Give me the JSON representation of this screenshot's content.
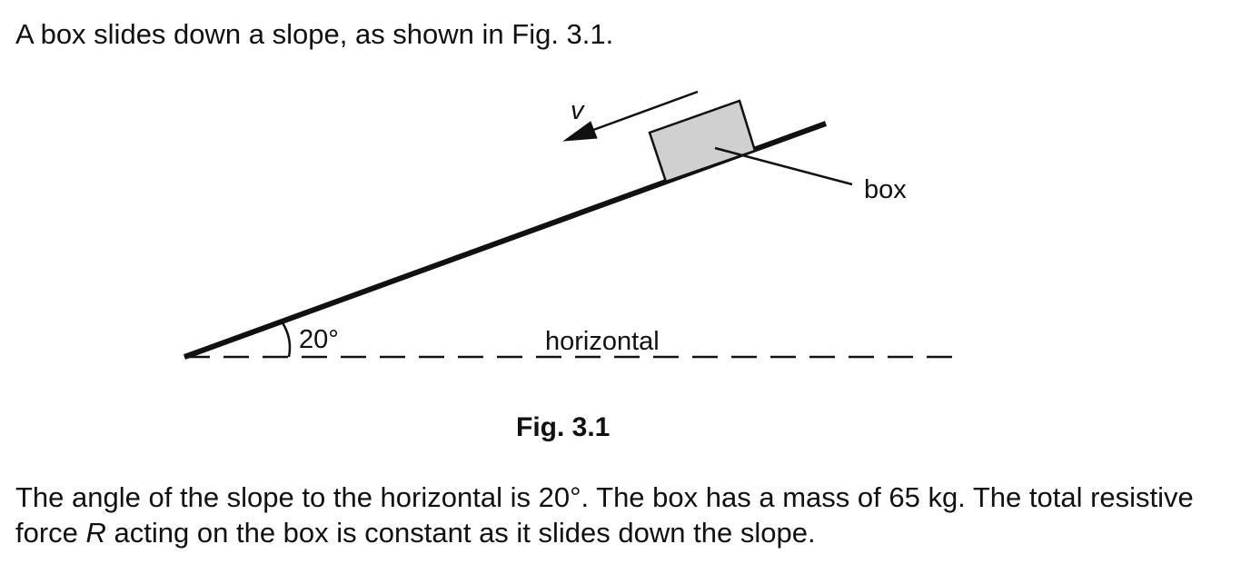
{
  "intro": "A box slides down a slope, as shown in Fig. 3.1.",
  "figure": {
    "velocity_label": "v",
    "box_label": "box",
    "angle_label": "20°",
    "horizontal_label": "horizontal",
    "caption": "Fig. 3.1",
    "colors": {
      "box_fill": "#d0d0d0",
      "stroke": "#111111"
    }
  },
  "body": {
    "line1": "The angle of the slope to the horizontal is 20°. The box has a mass of 65 kg. The total resistive",
    "line2_prefix": "force ",
    "line2_variable": "R",
    "line2_suffix": " acting on the box is constant as it slides down the slope."
  }
}
